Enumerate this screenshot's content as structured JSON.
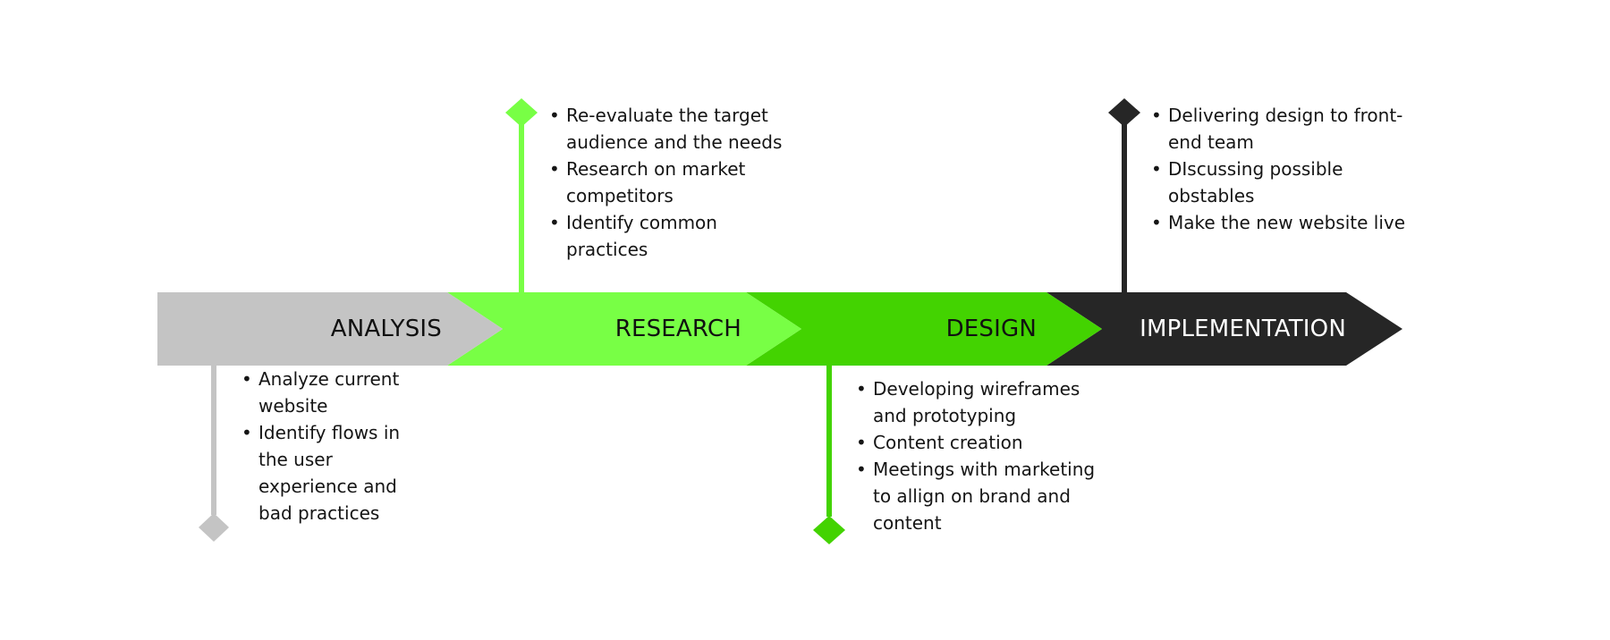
{
  "stages": [
    {
      "label": "ANALYSIS",
      "color": "#c4c4c4",
      "text_color": "#111111",
      "icon": "diamond-marker-icon",
      "bullets": [
        "Analyze current website",
        "Identify flows in the user experience and bad practices"
      ]
    },
    {
      "label": "RESEARCH",
      "color": "#78ff45",
      "text_color": "#111111",
      "icon": "diamond-marker-icon",
      "bullets": [
        "Re-evaluate the target audience and the needs",
        "Research on market competitors",
        "Identify common practices"
      ]
    },
    {
      "label": "DESIGN",
      "color": "#43d301",
      "text_color": "#111111",
      "icon": "diamond-marker-icon",
      "bullets": [
        "Developing wireframes and prototyping",
        "Content creation",
        "Meetings with marketing to allign on brand and content"
      ]
    },
    {
      "label": "IMPLEMENTATION",
      "color": "#262626",
      "text_color": "#ffffff",
      "icon": "diamond-marker-icon",
      "bullets": [
        "Delivering design to front-end team",
        "DIscussing possible obstables",
        "Make the new website live"
      ]
    }
  ]
}
